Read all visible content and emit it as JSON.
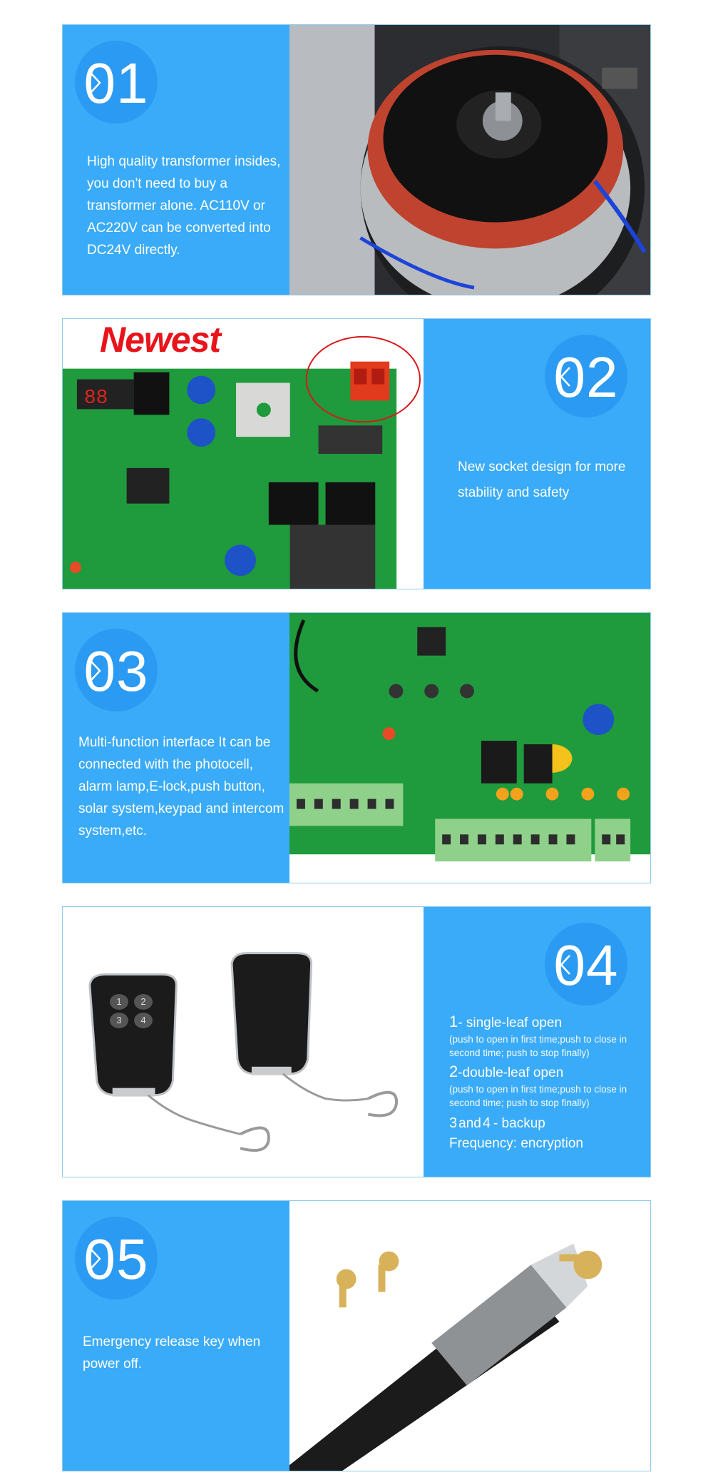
{
  "sections": [
    {
      "number": "01",
      "text": "High quality transformer insides, you don't need to buy a transformer alone. AC110V or AC220V can be converted into DC24V directly."
    },
    {
      "number": "02",
      "overlay_label": "Newest",
      "text": "New socket design for more stability and safety"
    },
    {
      "number": "03",
      "text": "Multi-function interface It can be connected with the photocell, alarm lamp,E-lock,push button, solar system,keypad and intercom system,etc."
    },
    {
      "number": "04",
      "item1_num": "1",
      "item1_title": "- single-leaf open",
      "item1_note": "(push to open in first time;push to close in second time; push to stop finally)",
      "item2_num": "2",
      "item2_title": "-double-leaf open",
      "item2_note": "(push to open in first time;push to close in second time; push to stop finally)",
      "item3_a": "3",
      "item3_and": "and",
      "item3_b": "4",
      "item3_title": "- backup",
      "frequency": "Frequency: encryption",
      "remote_buttons": [
        "1",
        "2",
        "3",
        "4"
      ]
    },
    {
      "number": "05",
      "text": "Emergency release key when power off."
    }
  ],
  "colors": {
    "panel_blue": "#3aabf8",
    "badge_blue": "#2a9af2",
    "pcb_green": "#1f9a3c",
    "newest_red": "#e8141b"
  }
}
